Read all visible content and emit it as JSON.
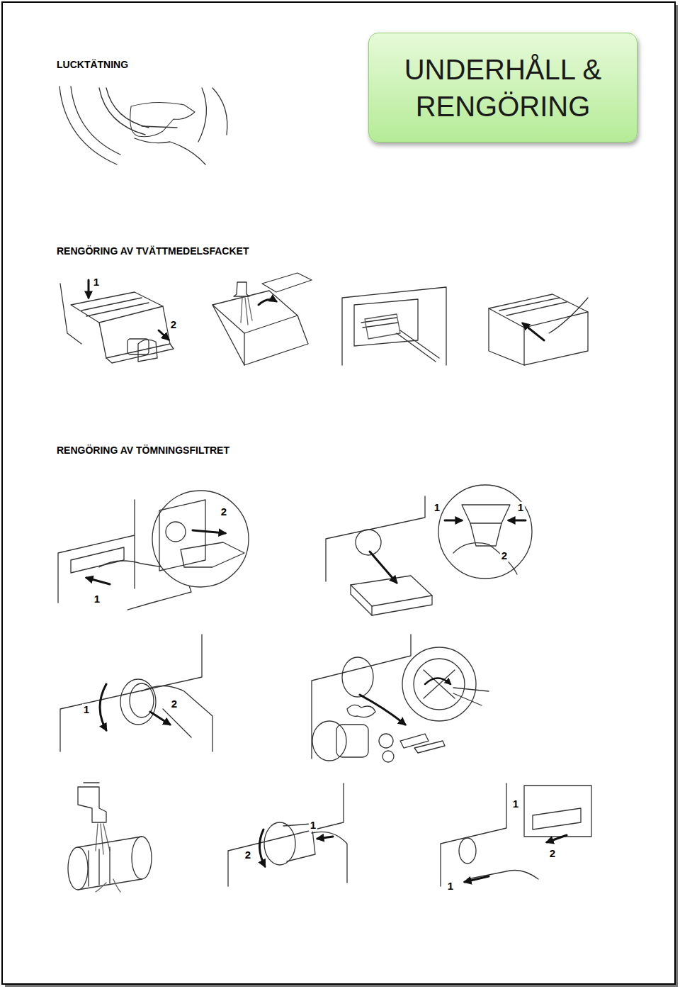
{
  "diagram": {
    "nodes": [
      {
        "text": [
          "UNDERHÅLL & RENGÖRING"
        ]
      }
    ],
    "labels": [
      "LUCKTÄTNING",
      "RENGÖRING AV TVÄTTMEDELSFACKET",
      "1",
      "2",
      "RENGÖRING AV TÖMNINGSFILTRET",
      "2",
      "1",
      "1",
      "1",
      "2",
      "1",
      "2",
      "2",
      "1",
      "1",
      "2",
      "1"
    ]
  }
}
